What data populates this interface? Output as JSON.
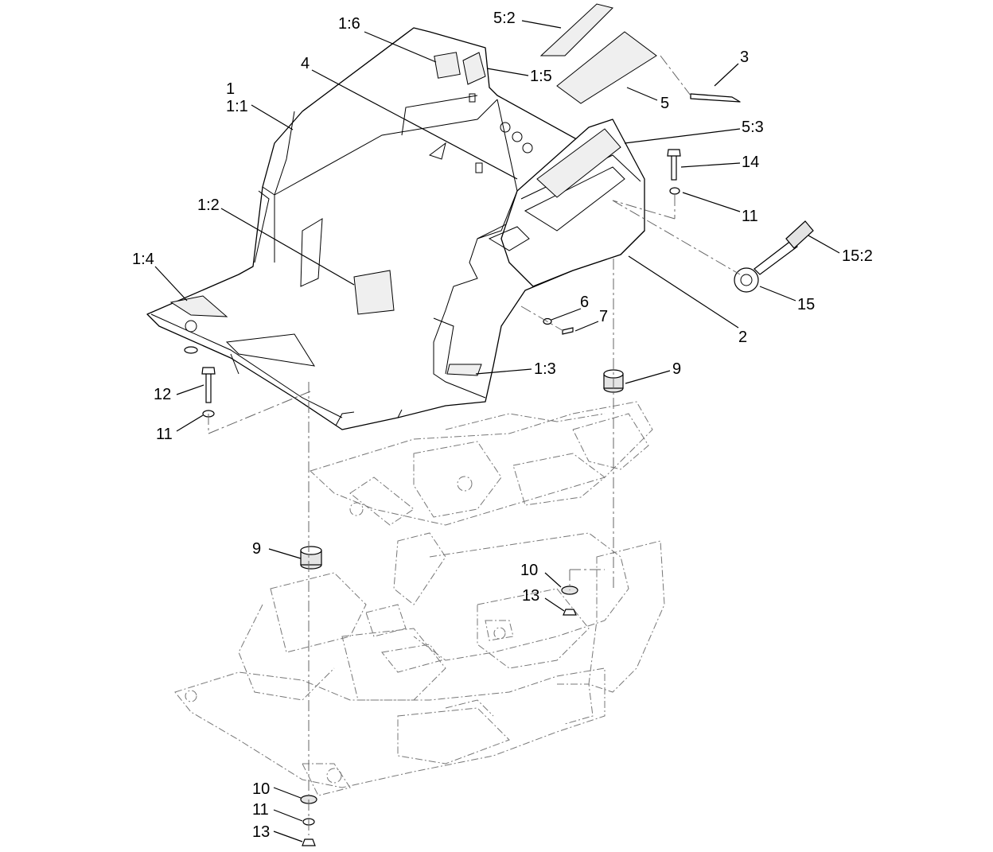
{
  "callouts": {
    "c_1": "1",
    "c_1_1": "1:1",
    "c_1_2": "1:2",
    "c_1_3": "1:3",
    "c_1_4": "1:4",
    "c_1_5": "1:5",
    "c_1_6": "1:6",
    "c_2": "2",
    "c_3": "3",
    "c_4": "4",
    "c_5": "5",
    "c_5_2": "5:2",
    "c_5_3": "5:3",
    "c_6": "6",
    "c_7": "7",
    "c_9a": "9",
    "c_9b": "9",
    "c_10a": "10",
    "c_10b": "10",
    "c_11a": "11",
    "c_11b": "11",
    "c_11c": "11",
    "c_12": "12",
    "c_13a": "13",
    "c_13b": "13",
    "c_14": "14",
    "c_15": "15",
    "c_15_2": "15:2"
  }
}
